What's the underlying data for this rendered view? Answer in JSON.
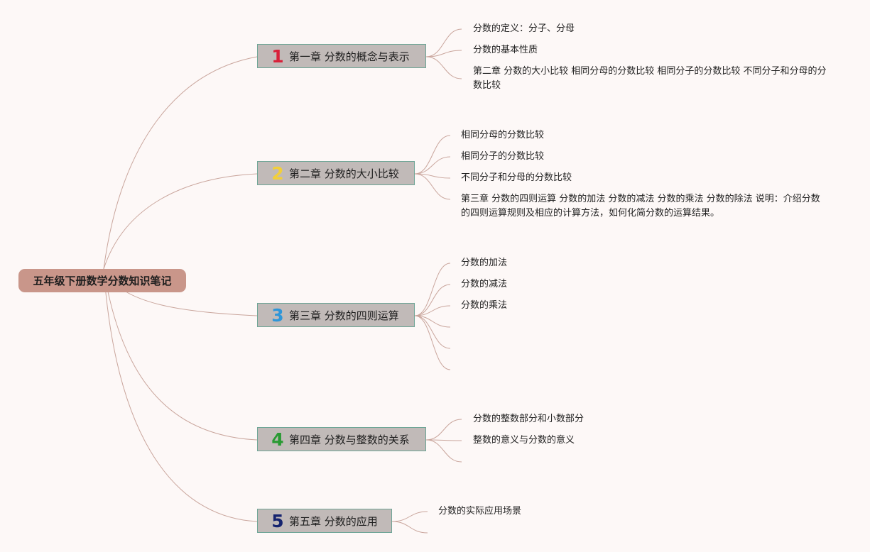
{
  "root": {
    "label": "五年级下册数学分数知识笔记",
    "color": "#c9968a"
  },
  "connector_color": "#c9a59c",
  "chapters": [
    {
      "number": "1",
      "number_color": "#d8213a",
      "label": "第一章 分数的概念与表示",
      "items": [
        "分数的定义：分子、分母",
        "分数的基本性质",
        "第二章 分数的大小比较 相同分母的分数比较 相同分子的分数比较 不同分子和分母的分数比较"
      ]
    },
    {
      "number": "2",
      "number_color": "#f2cf3a",
      "label": "第二章 分数的大小比较",
      "items": [
        "相同分母的分数比较",
        "相同分子的分数比较",
        "不同分子和分母的分数比较",
        "第三章 分数的四则运算 分数的加法 分数的减法 分数的乘法 分数的除法 说明：介绍分数的四则运算规则及相应的计算方法，如何化简分数的运算结果。"
      ]
    },
    {
      "number": "3",
      "number_color": "#2f96d8",
      "label": "第三章 分数的四则运算",
      "items": [
        "分数的加法",
        "分数的减法",
        "分数的乘法",
        "",
        "",
        ""
      ]
    },
    {
      "number": "4",
      "number_color": "#2a9a33",
      "label": "第四章 分数与整数的关系",
      "items": [
        "分数的整数部分和小数部分",
        "整数的意义与分数的意义",
        ""
      ]
    },
    {
      "number": "5",
      "number_color": "#16246f",
      "label": "第五章 分数的应用",
      "items": [
        "分数的实际应用场景",
        ""
      ]
    }
  ]
}
